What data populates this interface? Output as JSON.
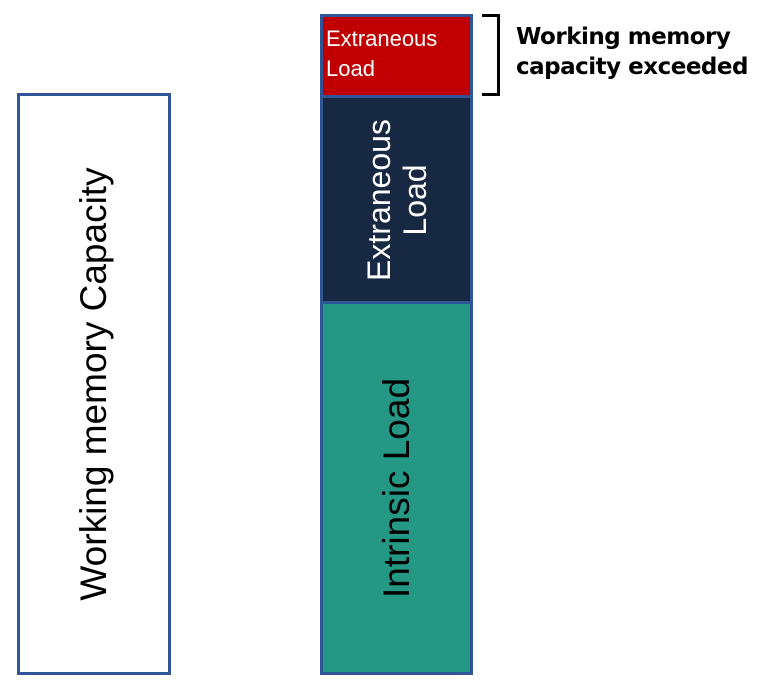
{
  "capacity_box": {
    "label": "Working memory Capacity"
  },
  "load_stack": {
    "segments": [
      {
        "label_line1": "Extraneous",
        "label_line2": "Load",
        "color": "#c00000",
        "text_color": "#ffffff"
      },
      {
        "label_line1": "Extraneous",
        "label_line2": "Load",
        "color": "#172843",
        "text_color": "#ffffff"
      },
      {
        "label": "Intrinsic Load",
        "color": "#249885",
        "text_color": "#000000"
      }
    ]
  },
  "annotation": {
    "line1": "Working memory",
    "line2": "capacity exceeded"
  },
  "colors": {
    "border": "#2f5597"
  }
}
